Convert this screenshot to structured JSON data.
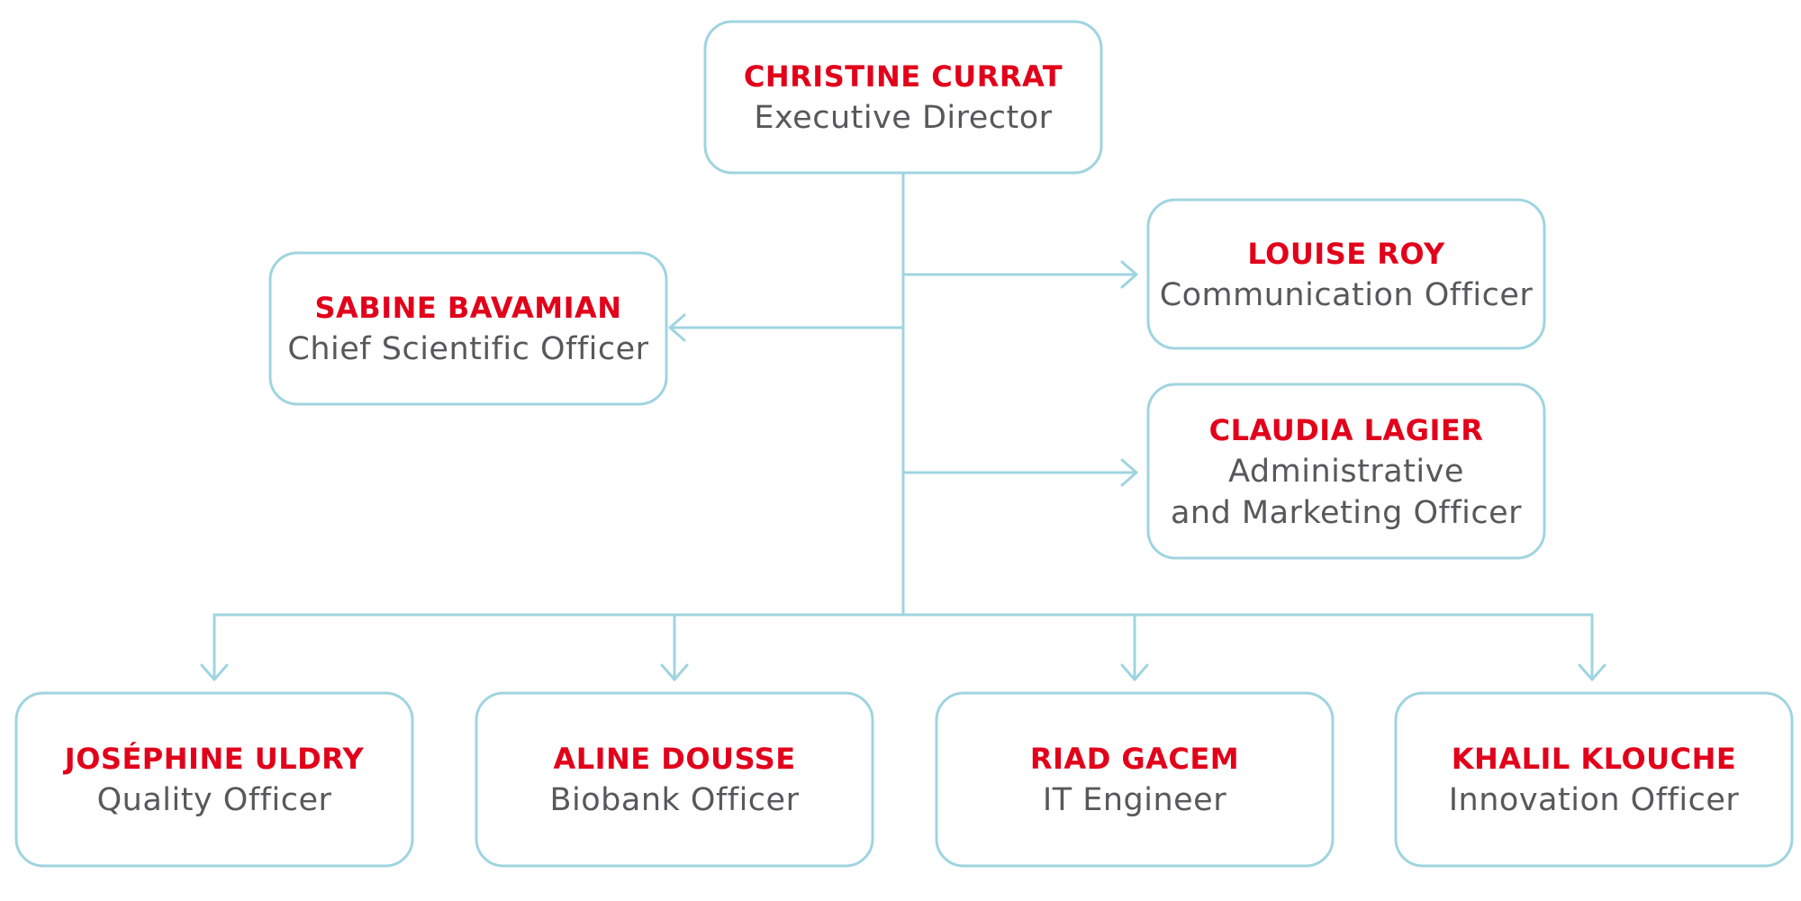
{
  "colors": {
    "box_border": "#9fd4e0",
    "connector": "#9fd4e0",
    "name_text": "#e2001a",
    "role_text": "#58585a",
    "background": "#ffffff"
  },
  "org": {
    "director": {
      "name": "CHRISTINE CURRAT",
      "role": "Executive Director"
    },
    "scientific": {
      "name": "SABINE BAVAMIAN",
      "role": "Chief Scientific Officer"
    },
    "communication": {
      "name": "LOUISE ROY",
      "role": "Communication Officer"
    },
    "administrative": {
      "name": "CLAUDIA LAGIER",
      "role_line1": "Administrative",
      "role_line2": "and Marketing Officer"
    },
    "quality": {
      "name": "JOSÉPHINE ULDRY",
      "role": "Quality Officer"
    },
    "biobank": {
      "name": "ALINE DOUSSE",
      "role": "Biobank Officer"
    },
    "it": {
      "name": "RIAD GACEM",
      "role": "IT Engineer"
    },
    "innovation": {
      "name": "KHALIL KLOUCHE",
      "role": "Innovation Officer"
    }
  }
}
